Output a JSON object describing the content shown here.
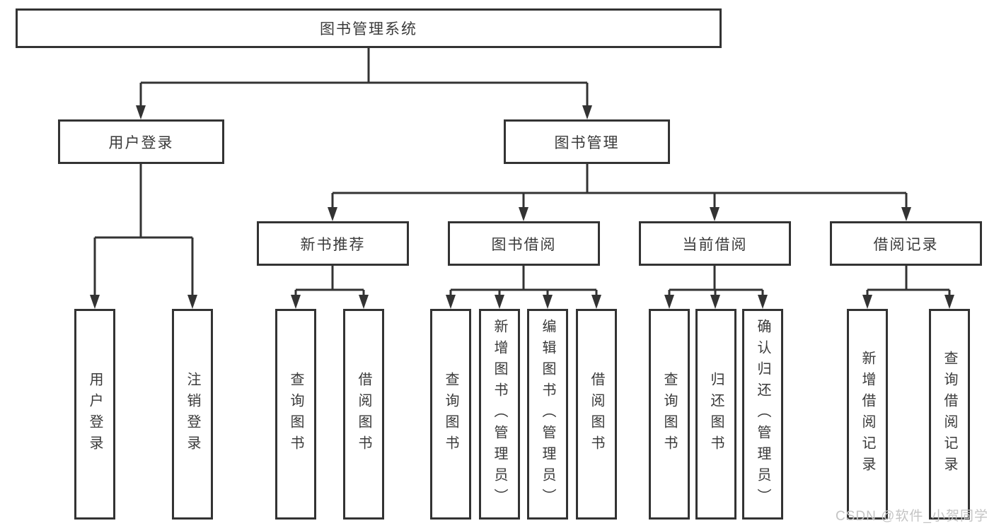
{
  "diagram": {
    "tree": {
      "root": "图书管理系统",
      "children": [
        {
          "label": "用户登录",
          "children": [
            "用户登录",
            "注销登录"
          ]
        },
        {
          "label": "图书管理",
          "children": [
            {
              "label": "新书推荐",
              "children": [
                "查询图书",
                "借阅图书"
              ]
            },
            {
              "label": "图书借阅",
              "children": [
                "查询图书",
                "新增图书（管理员）",
                "编辑图书（管理员）",
                "借阅图书"
              ]
            },
            {
              "label": "当前借阅",
              "children": [
                "查询图书",
                "归还图书",
                "确认归还（管理员）"
              ]
            },
            {
              "label": "借阅记录",
              "children": [
                "新增借阅记录",
                "查询借阅记录"
              ]
            }
          ]
        }
      ]
    }
  },
  "watermark": {
    "text": "CSDN @软件_小贺同学"
  },
  "colors": {
    "line": "#333333",
    "text": "#3a3a3a",
    "background": "#ffffff",
    "watermark": "#c4c4c4"
  }
}
